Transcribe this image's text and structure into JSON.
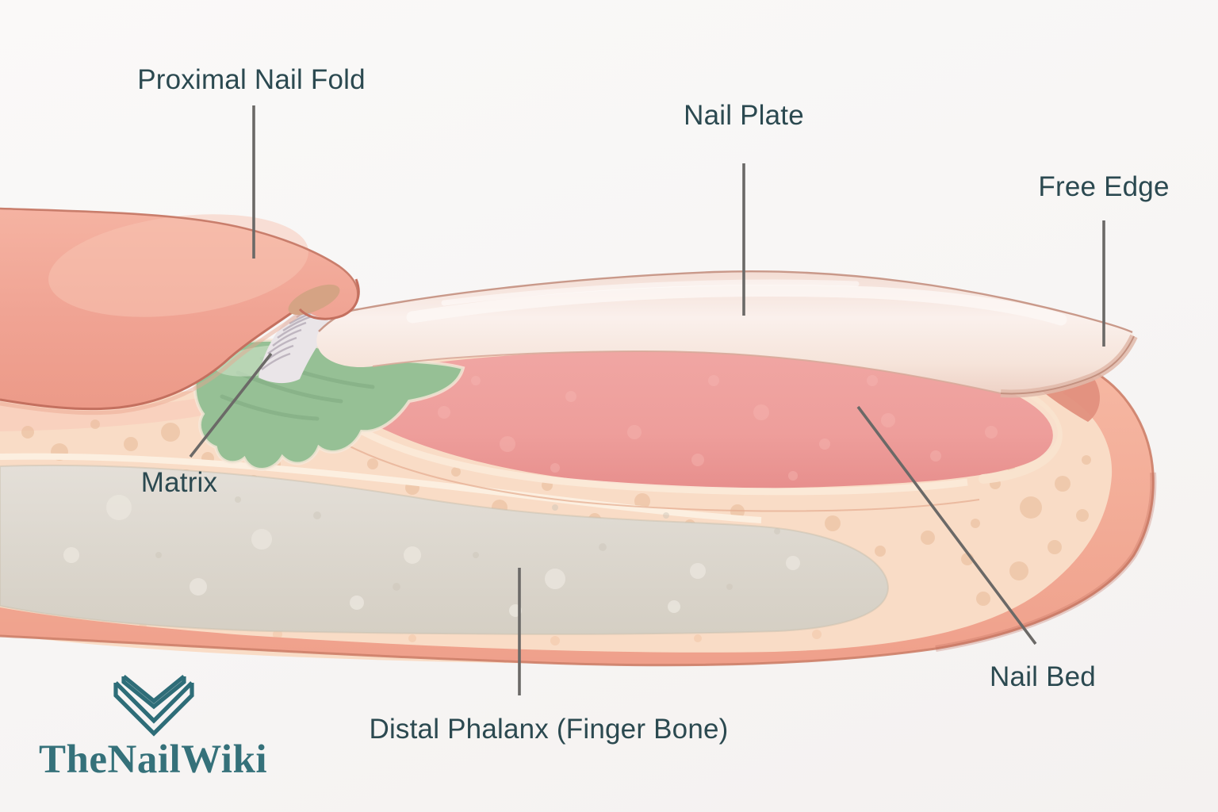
{
  "labels": {
    "proximal_nail_fold": "Proximal Nail Fold",
    "nail_plate": "Nail Plate",
    "free_edge": "Free Edge",
    "matrix": "Matrix",
    "nail_bed": "Nail Bed",
    "distal_phalanx": "Distal Phalanx (Finger Bone)"
  },
  "logo": {
    "text": "TheNailWiki",
    "icon": "open-book-icon",
    "color": "#2e6d78"
  },
  "style": {
    "background": "#f7f5f4",
    "label_color": "#2b4950",
    "leader_line_color": "#6b6967",
    "skin_color": "#f2a795",
    "nail_plate_color": "#f6e8e1",
    "nail_bed_color": "#ee9f9c",
    "matrix_color": "#96c095",
    "bone_color": "#dcd7ce"
  }
}
